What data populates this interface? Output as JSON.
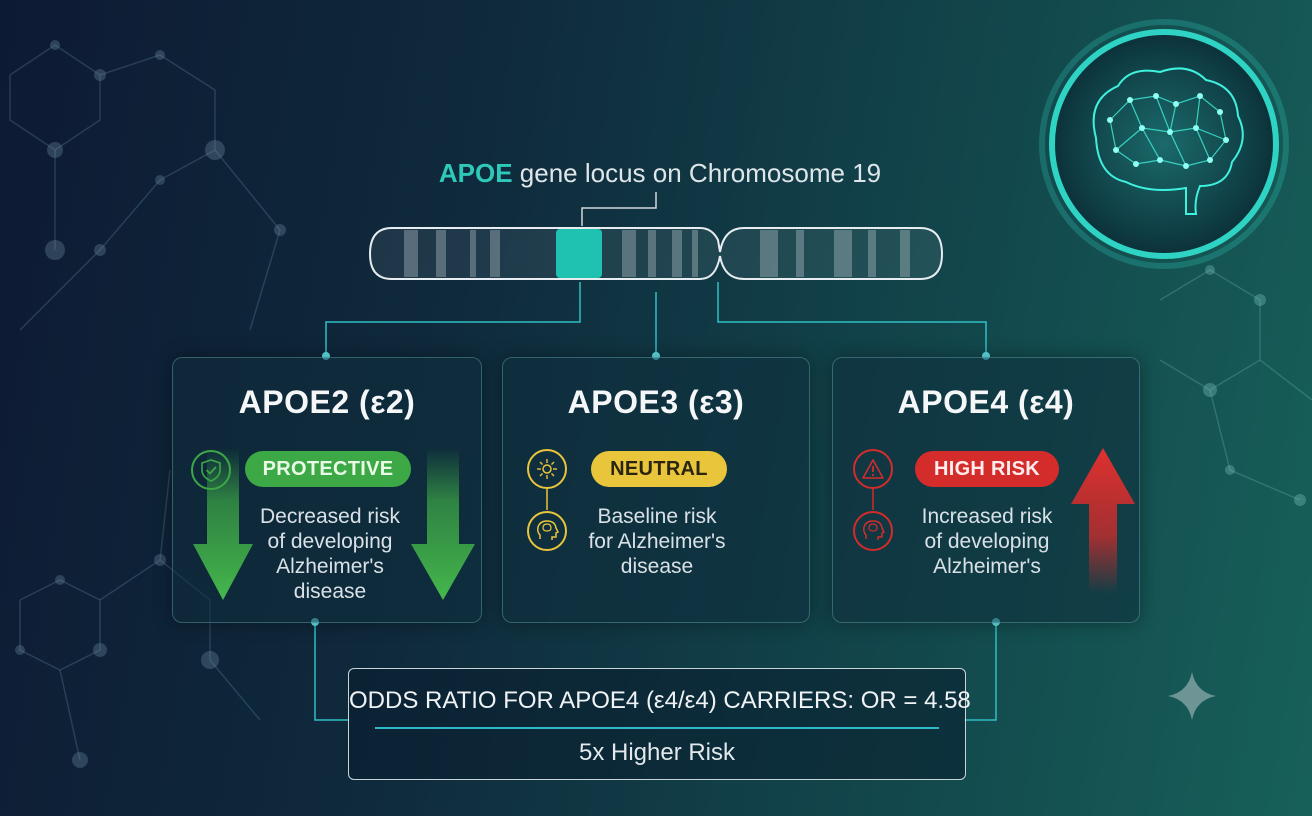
{
  "locus": {
    "gene": "APOE",
    "rest": " gene locus on Chromosome 19"
  },
  "alleles": [
    {
      "title": "APOE2 (ε2)",
      "badge": "PROTECTIVE",
      "desc": [
        "Decreased risk",
        "of developing",
        "Alzheimer's",
        "disease"
      ],
      "status_color": "#3da846"
    },
    {
      "title": "APOE3 (ε3)",
      "badge": "NEUTRAL",
      "desc": [
        "Baseline risk",
        "for Alzheimer's",
        "disease"
      ],
      "status_color": "#e8c53a"
    },
    {
      "title": "APOE4 (ε4)",
      "badge": "HIGH RISK",
      "desc": [
        "Increased risk",
        "of developing",
        "Alzheimer's"
      ],
      "status_color": "#d42b2b"
    }
  ],
  "odds": {
    "main": "ODDS RATIO FOR APOE4 (ε4/ε4) CARRIERS: OR = 4.58",
    "sub": "5x Higher Risk"
  },
  "icons": {
    "brain": "brain-network-icon",
    "shield": "shield-check-icon",
    "warning": "warning-triangle-icon",
    "neutral": "sun-balance-icon",
    "head": "head-brain-icon",
    "sparkle": "sparkle-icon"
  },
  "colors": {
    "accent": "#2ec9b8",
    "protective": "#3da846",
    "neutral": "#e8c53a",
    "risk": "#d42b2b"
  }
}
